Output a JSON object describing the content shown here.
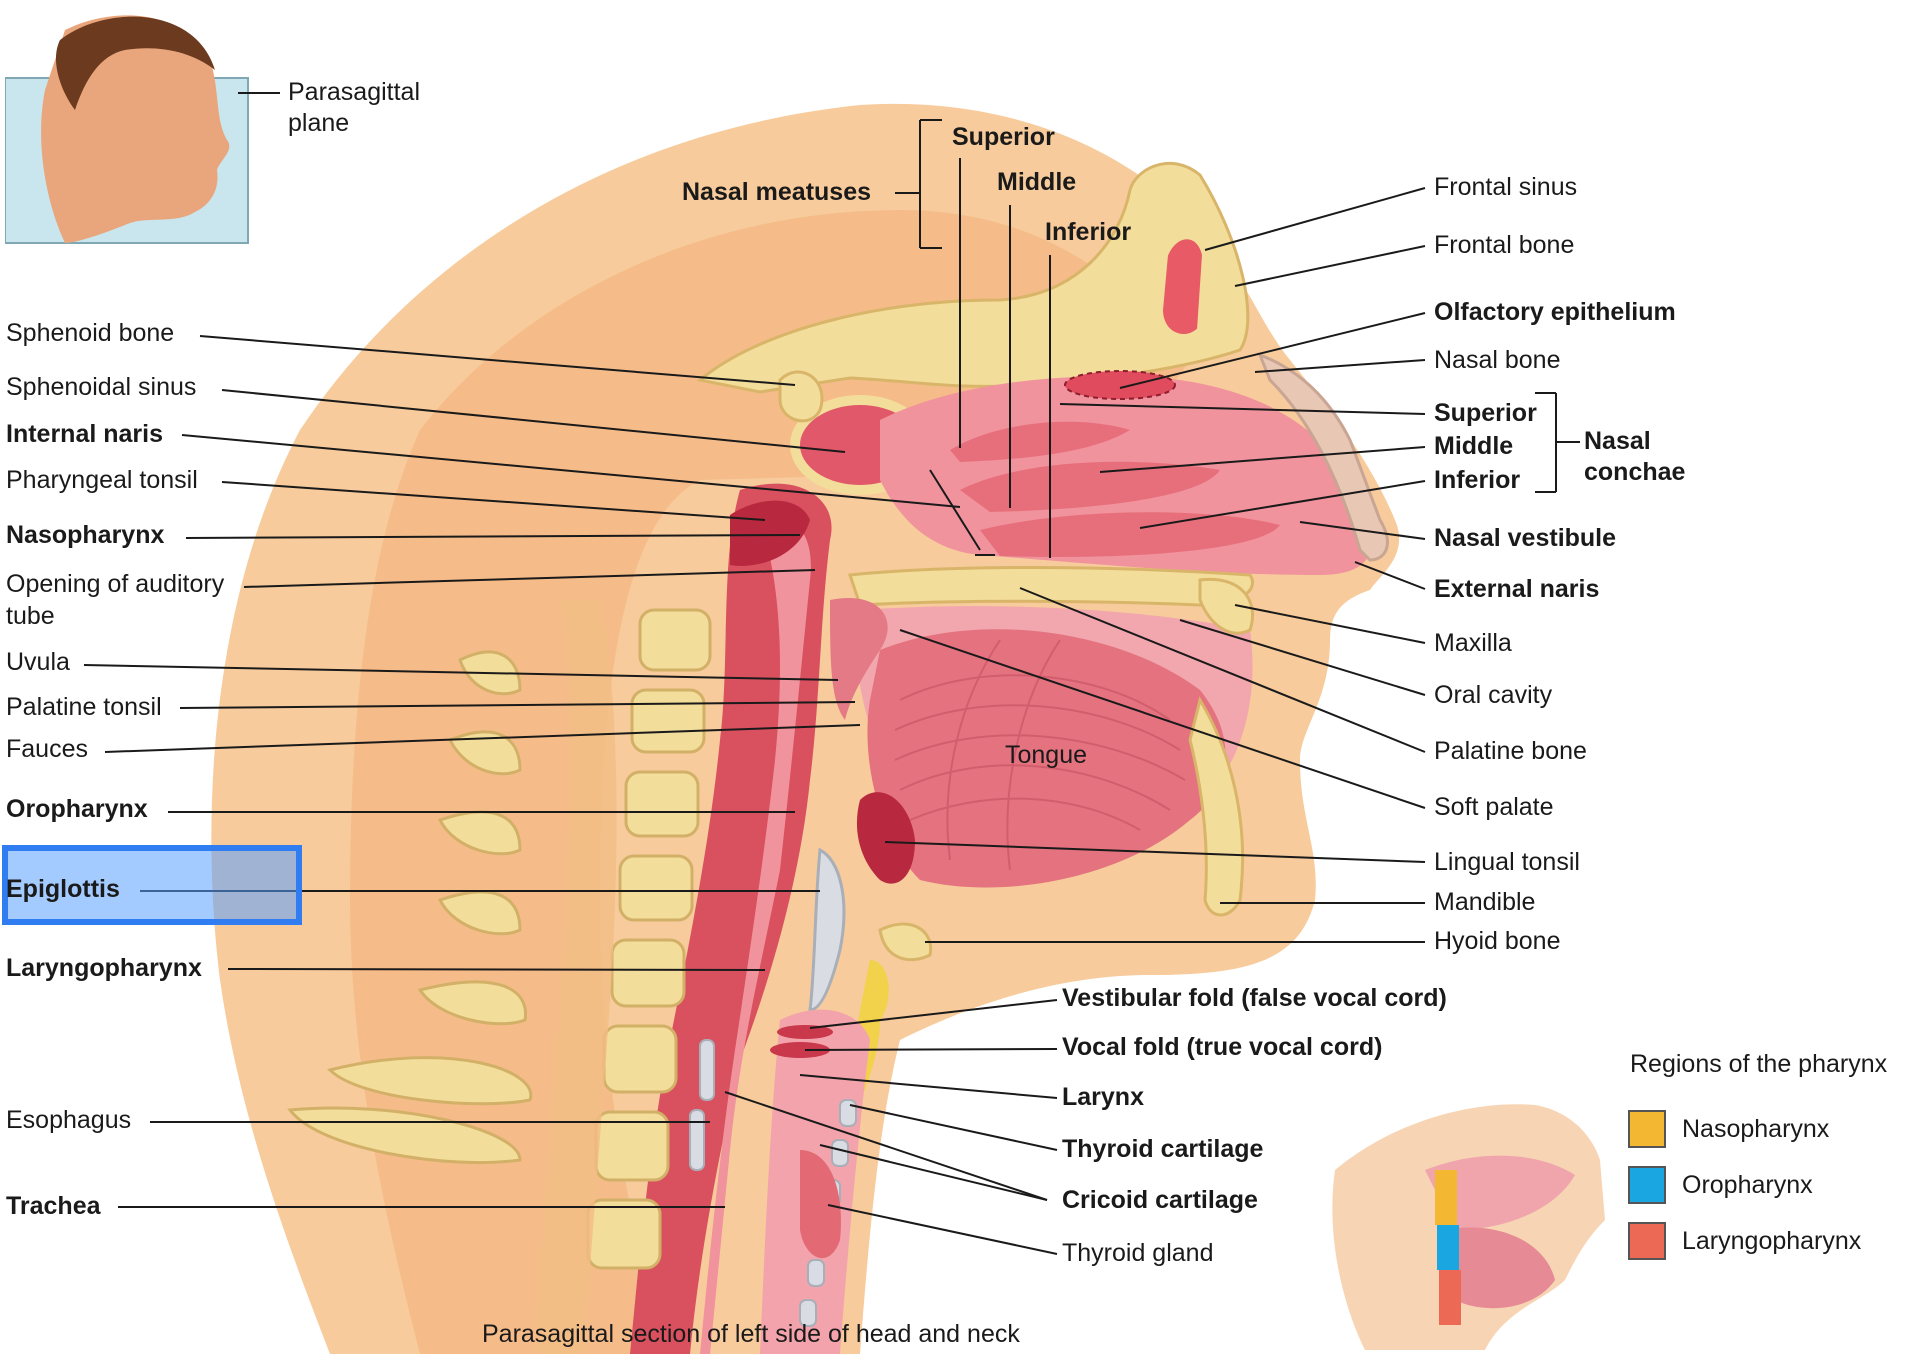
{
  "colors": {
    "skin": "#f6c896",
    "muscle": "#e7808a",
    "mucosa": "#d9505f",
    "bone": "#f3dd9a",
    "nasopharynx_swatch": "#f4b731",
    "oropharynx_swatch": "#1aa6e0",
    "laryngopharynx_swatch": "#ec6a55",
    "highlight": "#2f7df0"
  },
  "inset_label": {
    "line1": "Parasagittal",
    "line2": "plane"
  },
  "labels_left": {
    "sphenoid_bone": "Sphenoid bone",
    "sphenoidal_sinus": "Sphenoidal sinus",
    "internal_naris": "Internal naris",
    "pharyngeal_tonsil": "Pharyngeal tonsil",
    "nasopharynx": "Nasopharynx",
    "opening_auditory_1": "Opening of auditory",
    "opening_auditory_2": "tube",
    "uvula": "Uvula",
    "palatine_tonsil": "Palatine tonsil",
    "fauces": "Fauces",
    "oropharynx": "Oropharynx",
    "epiglottis": "Epiglottis",
    "laryngopharynx": "Laryngopharynx",
    "esophagus": "Esophagus",
    "trachea": "Trachea"
  },
  "labels_top": {
    "nasal_meatuses": "Nasal meatuses",
    "superior": "Superior",
    "middle": "Middle",
    "inferior": "Inferior"
  },
  "labels_right": {
    "frontal_sinus": "Frontal sinus",
    "frontal_bone": "Frontal bone",
    "olfactory_epithelium": "Olfactory epithelium",
    "nasal_bone": "Nasal bone",
    "conchae_superior": "Superior",
    "conchae_middle": "Middle",
    "conchae_inferior": "Inferior",
    "nasal_conchae_1": "Nasal",
    "nasal_conchae_2": "conchae",
    "nasal_vestibule": "Nasal vestibule",
    "external_naris": "External naris",
    "maxilla": "Maxilla",
    "oral_cavity": "Oral cavity",
    "palatine_bone": "Palatine bone",
    "soft_palate": "Soft palate",
    "lingual_tonsil": "Lingual tonsil",
    "mandible": "Mandible",
    "hyoid_bone": "Hyoid bone"
  },
  "labels_bottom": {
    "vestibular_fold": "Vestibular fold (false vocal cord)",
    "vocal_fold": "Vocal fold (true vocal cord)",
    "larynx": "Larynx",
    "thyroid_cartilage": "Thyroid cartilage",
    "cricoid_cartilage": "Cricoid cartilage",
    "thyroid_gland": "Thyroid gland",
    "tongue": "Tongue"
  },
  "legend": {
    "title": "Regions of the pharynx",
    "items": [
      "Nasopharynx",
      "Oropharynx",
      "Laryngopharynx"
    ]
  },
  "caption": "Parasagittal section of left side of head and neck"
}
